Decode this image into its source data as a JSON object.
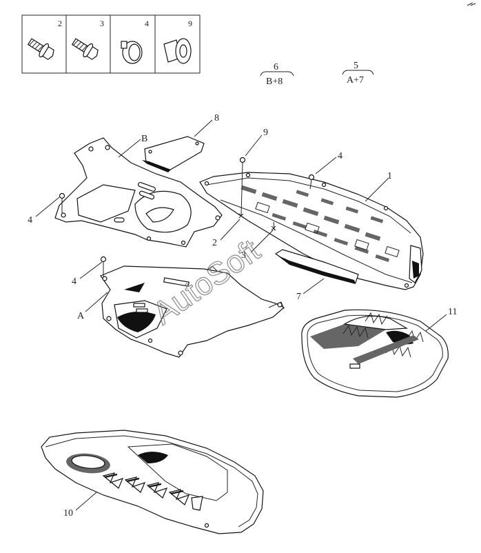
{
  "fastener_legend": [
    {
      "callout": "2",
      "icon": "bolt-icon"
    },
    {
      "callout": "3",
      "icon": "bolt-icon"
    },
    {
      "callout": "4",
      "icon": "push-clip-icon"
    },
    {
      "callout": "9",
      "icon": "plug-clip-icon"
    }
  ],
  "kits": [
    {
      "number": "6",
      "contents": "B+8"
    },
    {
      "number": "5",
      "contents": "A+7"
    }
  ],
  "callouts": {
    "c8": "8",
    "cB": "B",
    "c9": "9",
    "c4a": "4",
    "c1": "1",
    "c4b": "4",
    "c2": "2",
    "c3": "3",
    "c4c": "4",
    "cA": "A",
    "c7": "7",
    "c11": "11",
    "c10": "10"
  },
  "watermark": "AutoSoft"
}
